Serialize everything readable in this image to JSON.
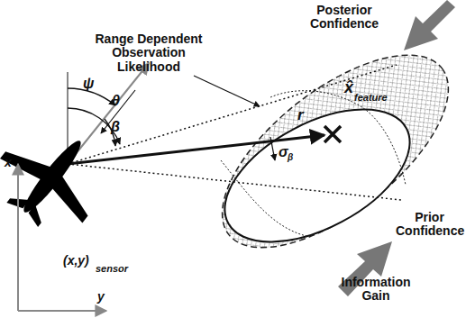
{
  "diagram": {
    "labels": [
      "Posterior Confidence",
      "Range Dependent Observation Likelihood",
      "ψ",
      "θ",
      "β",
      "r",
      "x̂",
      "feature",
      "σ",
      "β",
      "Prior Confidence",
      "x",
      "y",
      "(x,y)",
      "sensor",
      "Information Gain"
    ]
  }
}
